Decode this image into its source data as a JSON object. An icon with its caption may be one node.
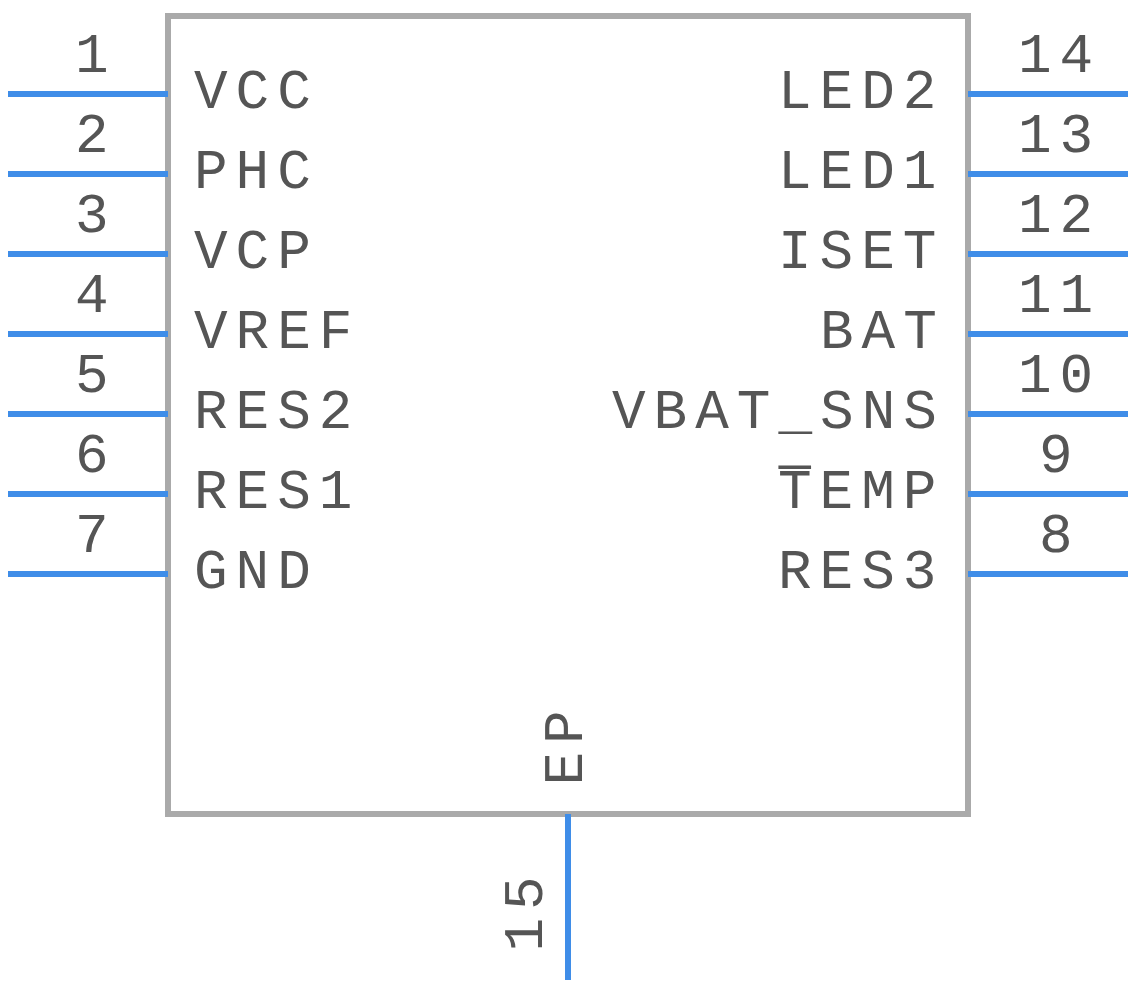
{
  "diagram": {
    "nodes": [
      {
        "text": [],
        "shape": "box"
      }
    ],
    "labels": [
      "1",
      "14",
      "VCC",
      "LED2",
      "2",
      "13",
      "PHC",
      "LED1",
      "3",
      "12",
      "VCP",
      "ISET",
      "4",
      "11",
      "VREF",
      "BAT",
      "5",
      "10",
      "RES2",
      "VBAT_SNS",
      "6",
      "9",
      "RES1",
      "T̅EMP",
      "7",
      "8",
      "GND",
      "RES3",
      "EP",
      "15"
    ]
  }
}
